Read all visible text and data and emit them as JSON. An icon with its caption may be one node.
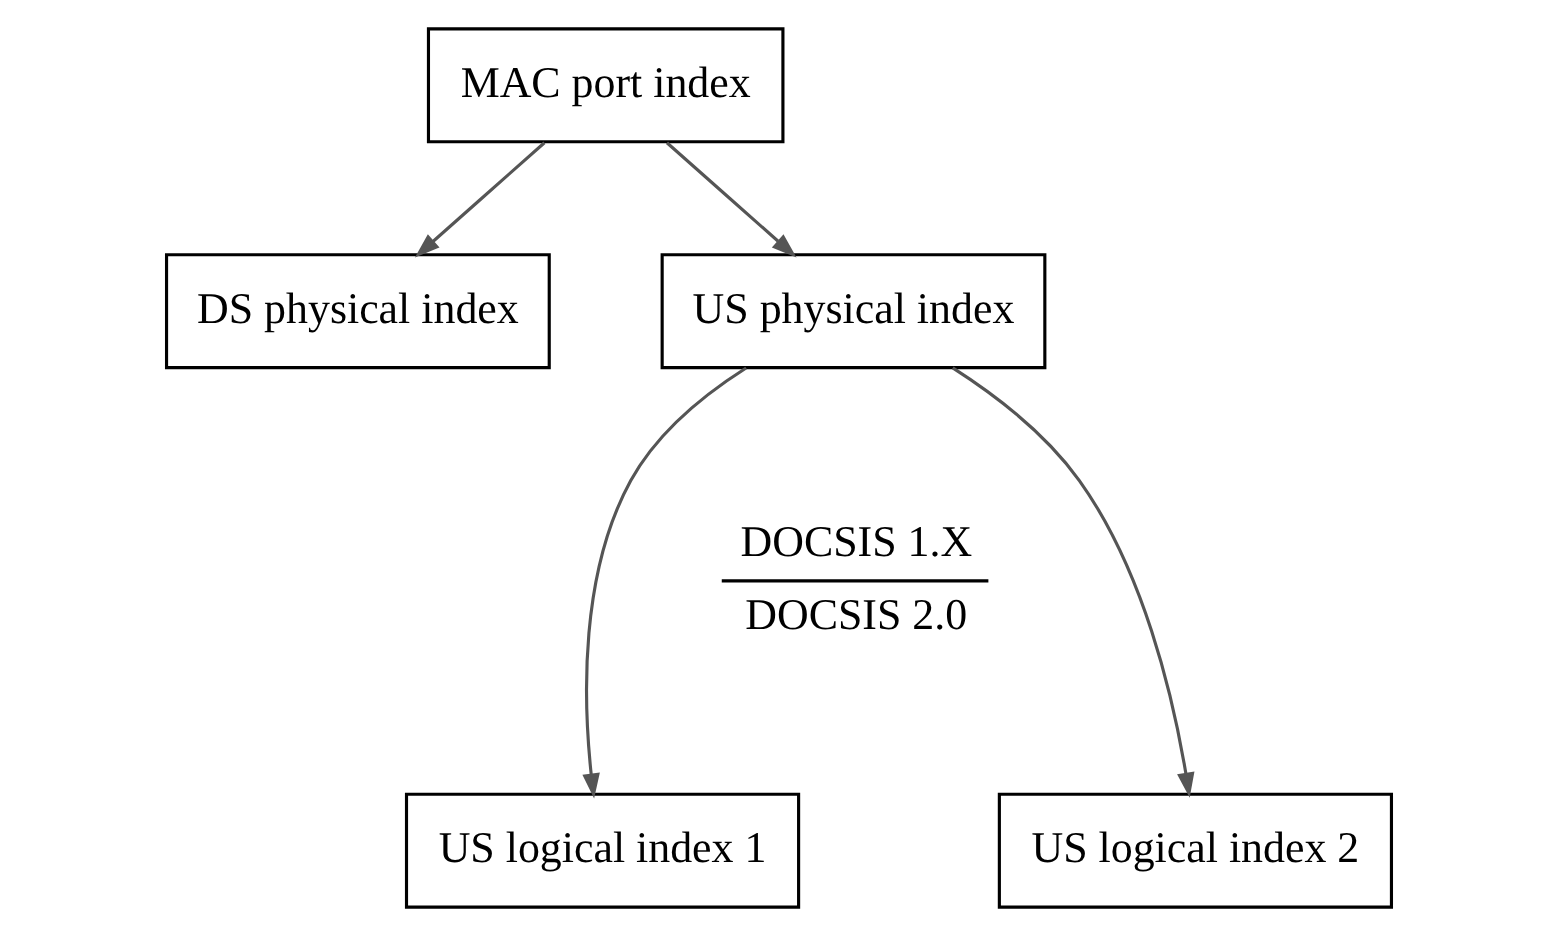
{
  "diagram": {
    "nodes": [
      {
        "text": [
          "MAC port index"
        ]
      },
      {
        "text": [
          "DS physical index"
        ]
      },
      {
        "text": [
          "US physical index"
        ]
      },
      {
        "text": [
          "US logical index 1"
        ]
      },
      {
        "text": [
          "US logical index 2"
        ]
      }
    ],
    "edges": [
      {
        "from": 0,
        "to": 1,
        "arrow": "to"
      },
      {
        "from": 0,
        "to": 2,
        "arrow": "to"
      },
      {
        "from": 2,
        "to": 3,
        "arrow": "to"
      },
      {
        "from": 2,
        "to": 4,
        "arrow": "to"
      }
    ],
    "labels": [
      "DOCSIS 1.X",
      "DOCSIS 2.0"
    ]
  }
}
